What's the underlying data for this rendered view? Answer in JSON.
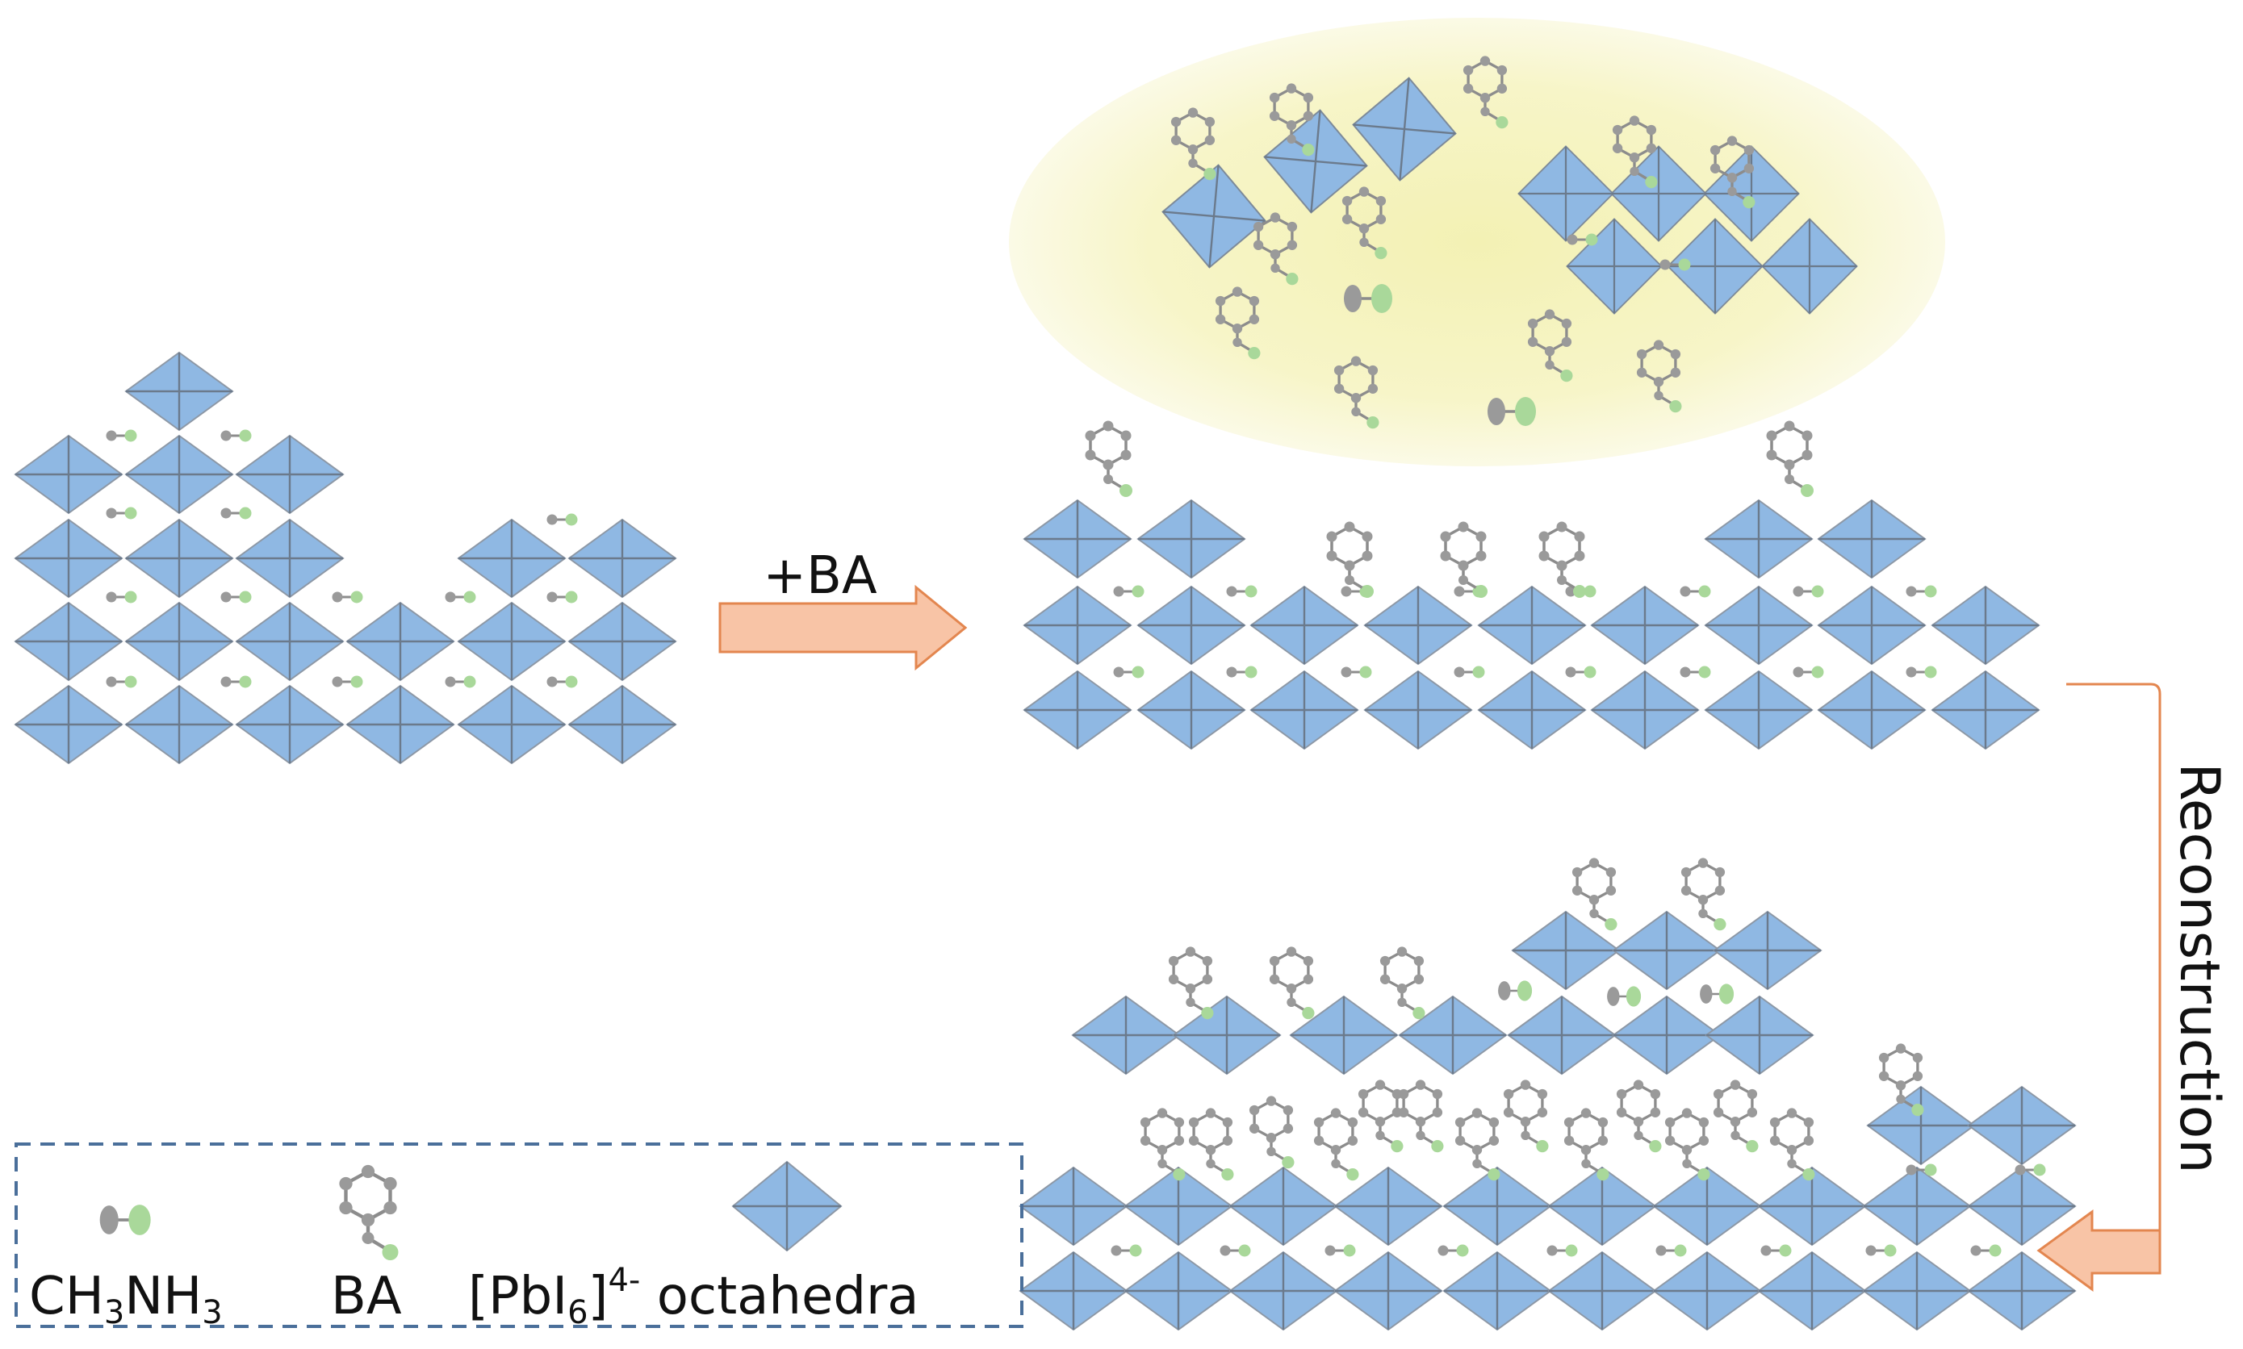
{
  "labels": {
    "add_ba": "+BA",
    "reconstruction": "Reconstruction"
  },
  "legend": {
    "ch3nh3_main": "CH",
    "ch3nh3_sub1": "3",
    "ch3nh3_mid": "NH",
    "ch3nh3_sub2": "3",
    "ba": "BA",
    "pbi6_main": "[PbI",
    "pbi6_sub": "6",
    "pbi6_close": "]",
    "pbi6_sup": "4-",
    "octahedra": " octahedra"
  },
  "colors": {
    "octahedron_fill": "#8fb8e3",
    "octahedron_edge": "#6e7f92",
    "ion_gray": "#9a9a9a",
    "ion_green": "#a9d89a",
    "solution_glow": "#f7f5c4",
    "arrow_fill": "#f8c4a6",
    "arrow_stroke": "#e3864f",
    "legend_border": "#4a6f9a"
  }
}
